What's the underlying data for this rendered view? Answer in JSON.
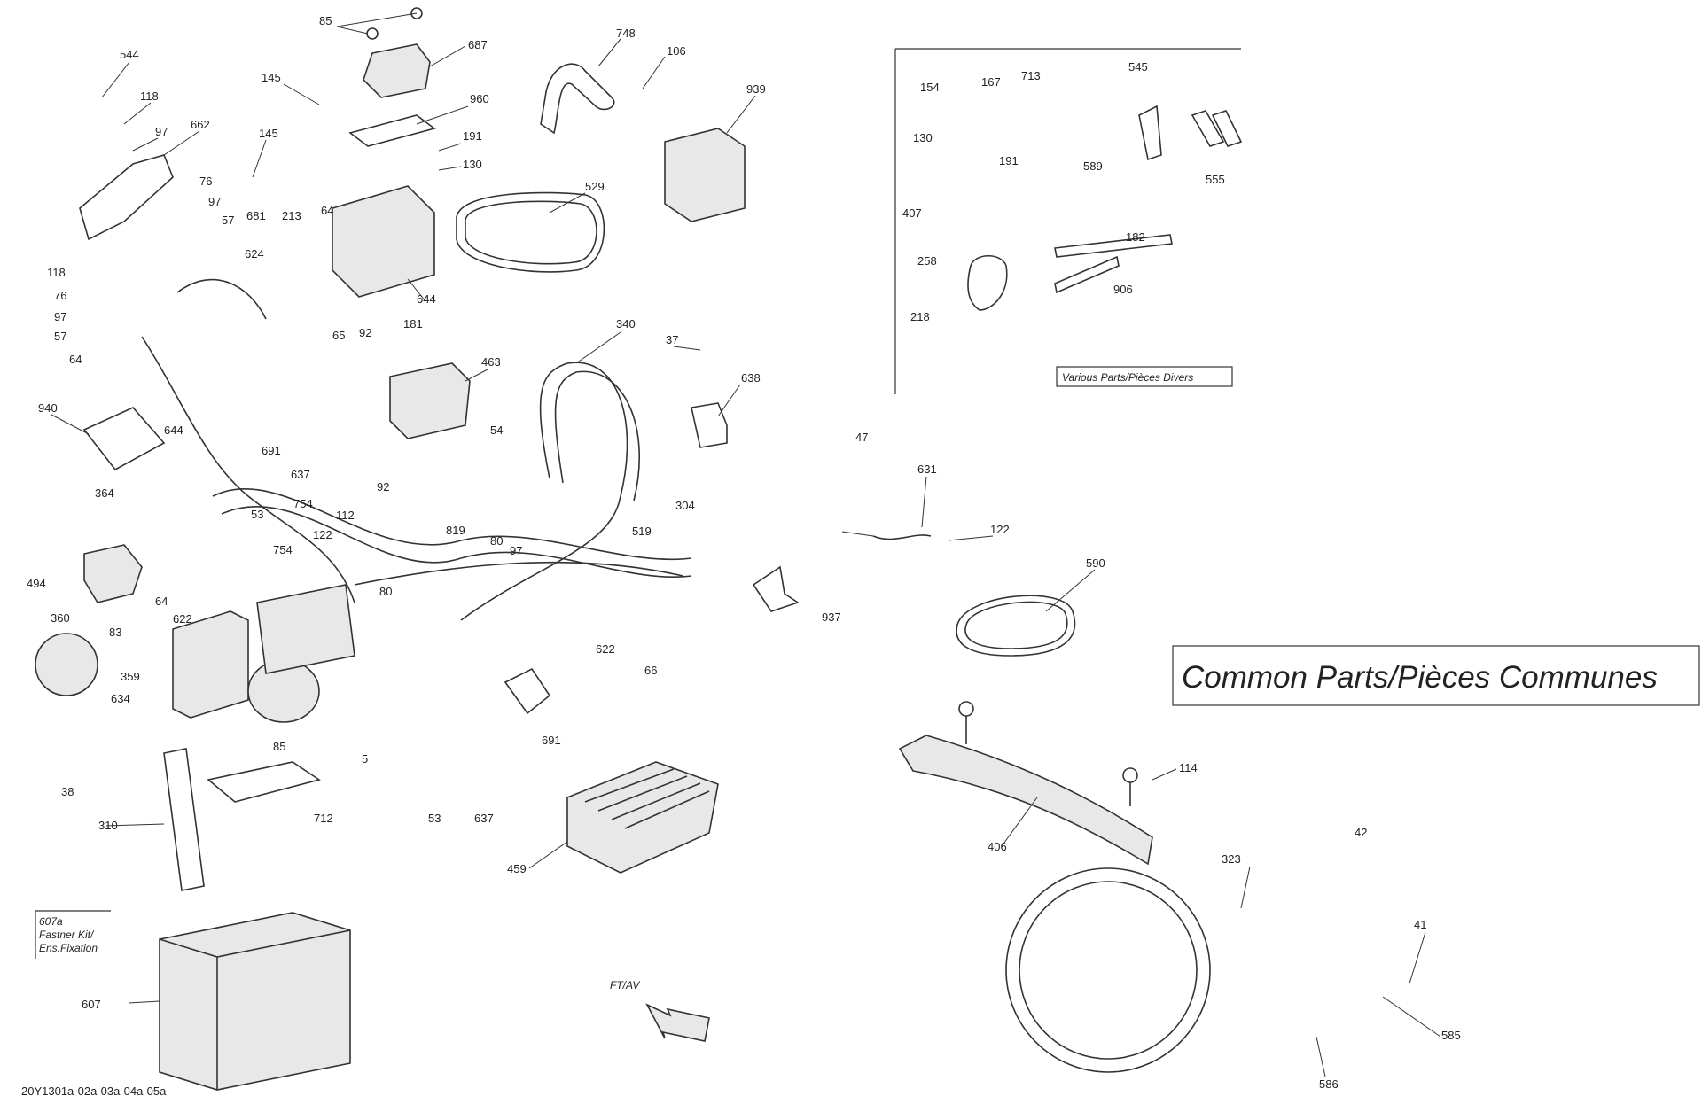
{
  "diagram": {
    "title": "Common Parts/Pièces Communes",
    "inset_caption": "Various Parts/Pièces Divers",
    "fastener_kit_note": [
      "607a",
      "Fastner Kit/",
      "Ens.Fixation"
    ],
    "direction_label": "FT/AV",
    "drawing_code": "20Y1301a-02a-03a-04a-05a",
    "callouts": [
      {
        "label": "85"
      },
      {
        "label": "687"
      },
      {
        "label": "748"
      },
      {
        "label": "106"
      },
      {
        "label": "939"
      },
      {
        "label": "544"
      },
      {
        "label": "145"
      },
      {
        "label": "960"
      },
      {
        "label": "118"
      },
      {
        "label": "97"
      },
      {
        "label": "662"
      },
      {
        "label": "145"
      },
      {
        "label": "191"
      },
      {
        "label": "130"
      },
      {
        "label": "529"
      },
      {
        "label": "76"
      },
      {
        "label": "97"
      },
      {
        "label": "57"
      },
      {
        "label": "681"
      },
      {
        "label": "213"
      },
      {
        "label": "64"
      },
      {
        "label": "624"
      },
      {
        "label": "118"
      },
      {
        "label": "76"
      },
      {
        "label": "97"
      },
      {
        "label": "57"
      },
      {
        "label": "644"
      },
      {
        "label": "64"
      },
      {
        "label": "65"
      },
      {
        "label": "92"
      },
      {
        "label": "181"
      },
      {
        "label": "463"
      },
      {
        "label": "340"
      },
      {
        "label": "37"
      },
      {
        "label": "638"
      },
      {
        "label": "940"
      },
      {
        "label": "644"
      },
      {
        "label": "691"
      },
      {
        "label": "637"
      },
      {
        "label": "92"
      },
      {
        "label": "54"
      },
      {
        "label": "304"
      },
      {
        "label": "364"
      },
      {
        "label": "53"
      },
      {
        "label": "754"
      },
      {
        "label": "112"
      },
      {
        "label": "819"
      },
      {
        "label": "80"
      },
      {
        "label": "97"
      },
      {
        "label": "519"
      },
      {
        "label": "122"
      },
      {
        "label": "754"
      },
      {
        "label": "494"
      },
      {
        "label": "64"
      },
      {
        "label": "80"
      },
      {
        "label": "937"
      },
      {
        "label": "622"
      },
      {
        "label": "360"
      },
      {
        "label": "83"
      },
      {
        "label": "622"
      },
      {
        "label": "359"
      },
      {
        "label": "634"
      },
      {
        "label": "66"
      },
      {
        "label": "691"
      },
      {
        "label": "85"
      },
      {
        "label": "5"
      },
      {
        "label": "38"
      },
      {
        "label": "712"
      },
      {
        "label": "53"
      },
      {
        "label": "637"
      },
      {
        "label": "310"
      },
      {
        "label": "459"
      },
      {
        "label": "607"
      },
      {
        "label": "154"
      },
      {
        "label": "167"
      },
      {
        "label": "713"
      },
      {
        "label": "545"
      },
      {
        "label": "130"
      },
      {
        "label": "191"
      },
      {
        "label": "589"
      },
      {
        "label": "555"
      },
      {
        "label": "407"
      },
      {
        "label": "182"
      },
      {
        "label": "258"
      },
      {
        "label": "906"
      },
      {
        "label": "218"
      },
      {
        "label": "47"
      },
      {
        "label": "631"
      },
      {
        "label": "122"
      },
      {
        "label": "590"
      },
      {
        "label": "114"
      },
      {
        "label": "406"
      },
      {
        "label": "42"
      },
      {
        "label": "323"
      },
      {
        "label": "41"
      },
      {
        "label": "585"
      },
      {
        "label": "586"
      }
    ]
  }
}
